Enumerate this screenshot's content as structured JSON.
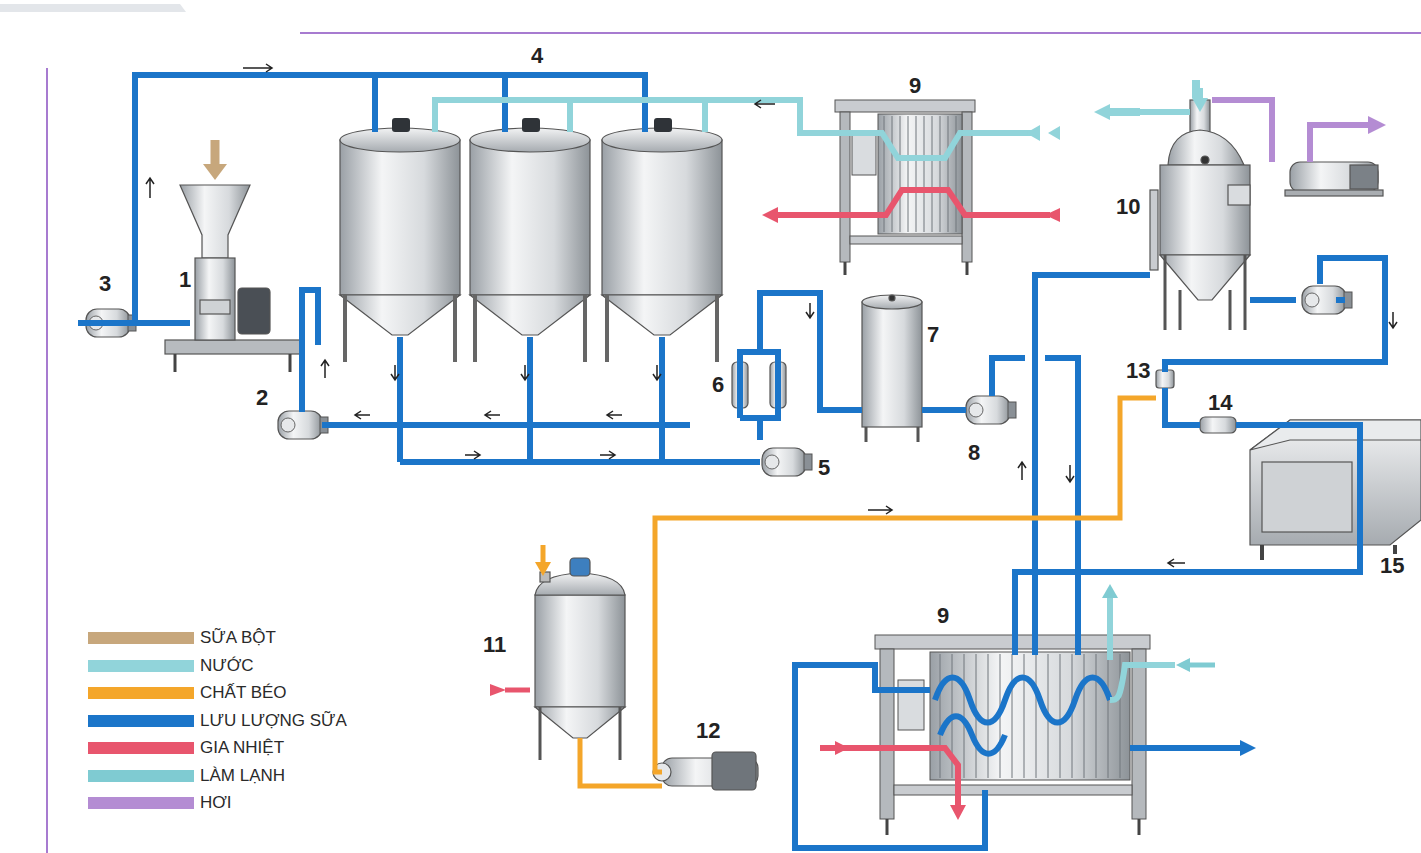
{
  "diagram": {
    "labels": [
      "4",
      "9",
      "3",
      "1",
      "10",
      "7",
      "2",
      "6",
      "13",
      "14",
      "8",
      "5",
      "15",
      "11",
      "9",
      "12"
    ],
    "legend": [
      {
        "text": "SỮA BỘT",
        "color": "#c7a77c"
      },
      {
        "text": "NƯỚC",
        "color": "#91d4da"
      },
      {
        "text": "CHẤT BÉO",
        "color": "#f4a62a"
      },
      {
        "text": "LƯU LƯỢNG SỮA",
        "color": "#1b75c9"
      },
      {
        "text": "GIA NHIỆT",
        "color": "#e8556d"
      },
      {
        "text": "LÀM LẠNH",
        "color": "#7fcbd2"
      },
      {
        "text": "HƠI",
        "color": "#b48cd3"
      }
    ]
  }
}
